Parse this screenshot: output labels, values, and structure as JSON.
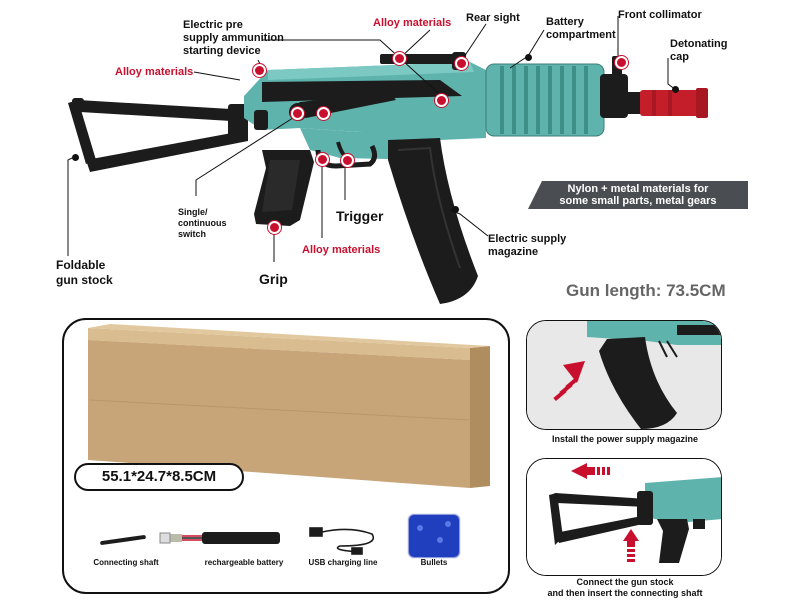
{
  "callouts": {
    "electric_pre": "Electric pre\nsupply ammunition\nstarting device",
    "alloy_top": "Alloy materials",
    "rear_sight": "Rear sight",
    "battery_compartment": "Battery\ncompartment",
    "front_collimator": "Front collimator",
    "detonating_cap": "Detonating\ncap",
    "alloy_left": "Alloy materials",
    "single_switch": "Single/\ncontinuous\nswitch",
    "trigger": "Trigger",
    "alloy_bottom": "Alloy materials",
    "grip": "Grip",
    "foldable_stock": "Foldable\ngun stock",
    "electric_magazine": "Electric supply\nmagazine"
  },
  "banner": {
    "line1": "Nylon + metal materials for",
    "line2": "some small parts, metal gears"
  },
  "gun_length": "Gun length: 73.5CM",
  "box_dimensions": "55.1*24.7*8.5CM",
  "accessories": [
    {
      "label": "Connecting shaft",
      "icon": "connecting-shaft-icon"
    },
    {
      "label": "rechargeable battery",
      "icon": "battery-icon"
    },
    {
      "label": "USB charging line",
      "icon": "usb-cable-icon"
    },
    {
      "label": "Bullets",
      "icon": "gel-bullets-icon"
    }
  ],
  "instructions": {
    "magazine": "Install the power supply magazine",
    "stock": "Connect the gun stock\nand then insert the connecting shaft"
  },
  "colors": {
    "body_teal": "#5fb3ad",
    "black_parts": "#1c1c1c",
    "cap_red": "#c41e2a",
    "label_red": "#c8102e",
    "box_kraft": "#c7a578",
    "bullets_blue": "#1f3fbf"
  }
}
